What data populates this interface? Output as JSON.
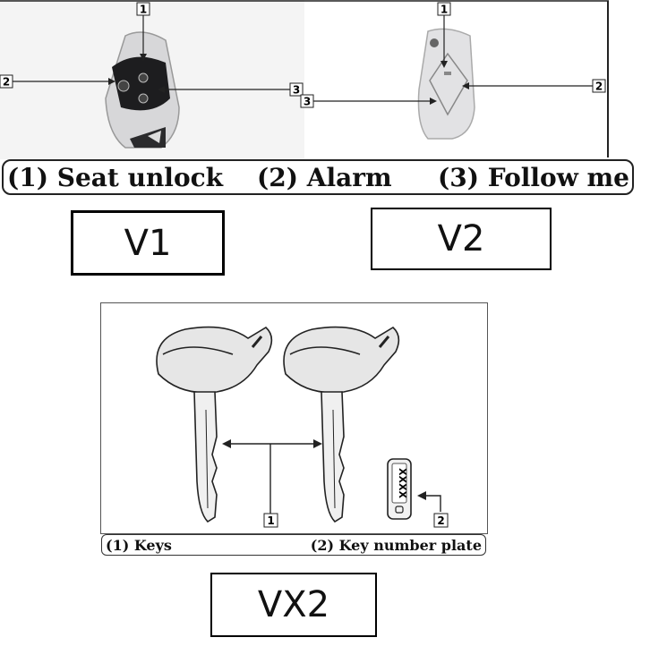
{
  "remote_figure": {
    "callouts": [
      "1",
      "2",
      "3",
      "1",
      "3",
      "2"
    ],
    "caption": {
      "item1": "(1) Seat unlock",
      "item2": "(2) Alarm",
      "item3": "(3) Follow me"
    }
  },
  "version_labels": {
    "v1": "V1",
    "v2": "V2",
    "vx2": "VX2"
  },
  "keys_figure": {
    "callouts": [
      "1",
      "2"
    ],
    "plate_text": "XXXX",
    "caption": {
      "item1": "(1) Keys",
      "item2": "(2) Key number plate"
    }
  }
}
